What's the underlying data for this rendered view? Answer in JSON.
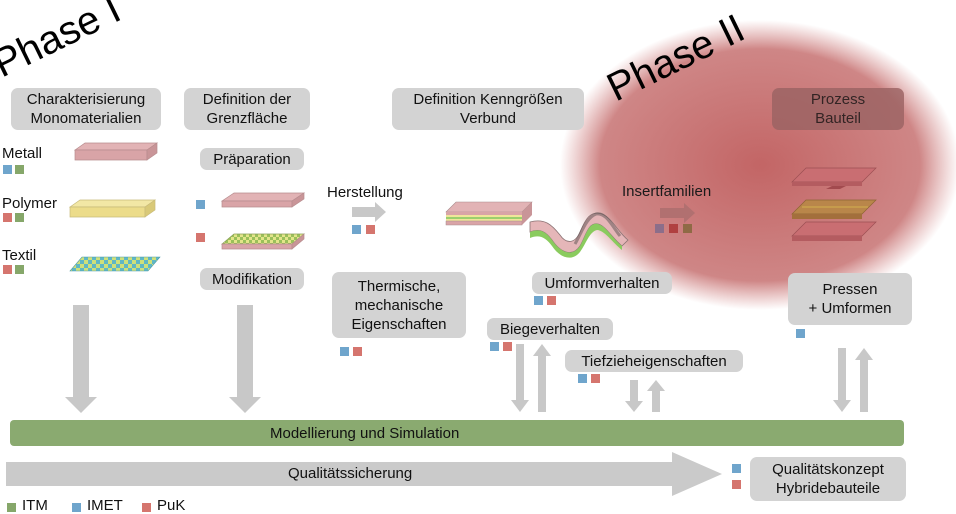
{
  "colors": {
    "itm": "#86a76a",
    "imet": "#6fa5cc",
    "puk": "#d5756e",
    "box_gray": "#d3d3d3",
    "arrow_gray": "#c8c8c8",
    "model_bar": "#8aaa70",
    "phase2_glow": "#b84a4a"
  },
  "phases": {
    "phase1": "Phase I",
    "phase2": "Phase II"
  },
  "boxes": {
    "charakterisierung": "Charakterisierung\nMonomaterialien",
    "grenzflaeche": "Definition der\nGrenzfläche",
    "praeparation": "Präparation",
    "modifikation": "Modifikation",
    "kenngroessen": "Definition Kenngrößen\nVerbund",
    "prozess": "Prozess\nBauteil",
    "thermische": "Thermische,\nmechanische\nEigenschaften",
    "umformverhalten": "Umformverhalten",
    "biegeverhalten": "Biegeverhalten",
    "tiefzieh": "Tiefzieheigenschaften",
    "pressen": "Pressen\n+ Umformen",
    "qualitaetskonzept": "Qualitätskonzept\nHybridebauteile"
  },
  "labels": {
    "metall": "Metall",
    "polymer": "Polymer",
    "textil": "Textil",
    "herstellung": "Herstellung",
    "insertfamilien": "Insertfamilien"
  },
  "bars": {
    "modellierung": "Modellierung und Simulation",
    "qualitaetssicherung": "Qualitätssicherung"
  },
  "legend": {
    "itm": "ITM",
    "imet": "IMET",
    "puk": "PuK"
  }
}
